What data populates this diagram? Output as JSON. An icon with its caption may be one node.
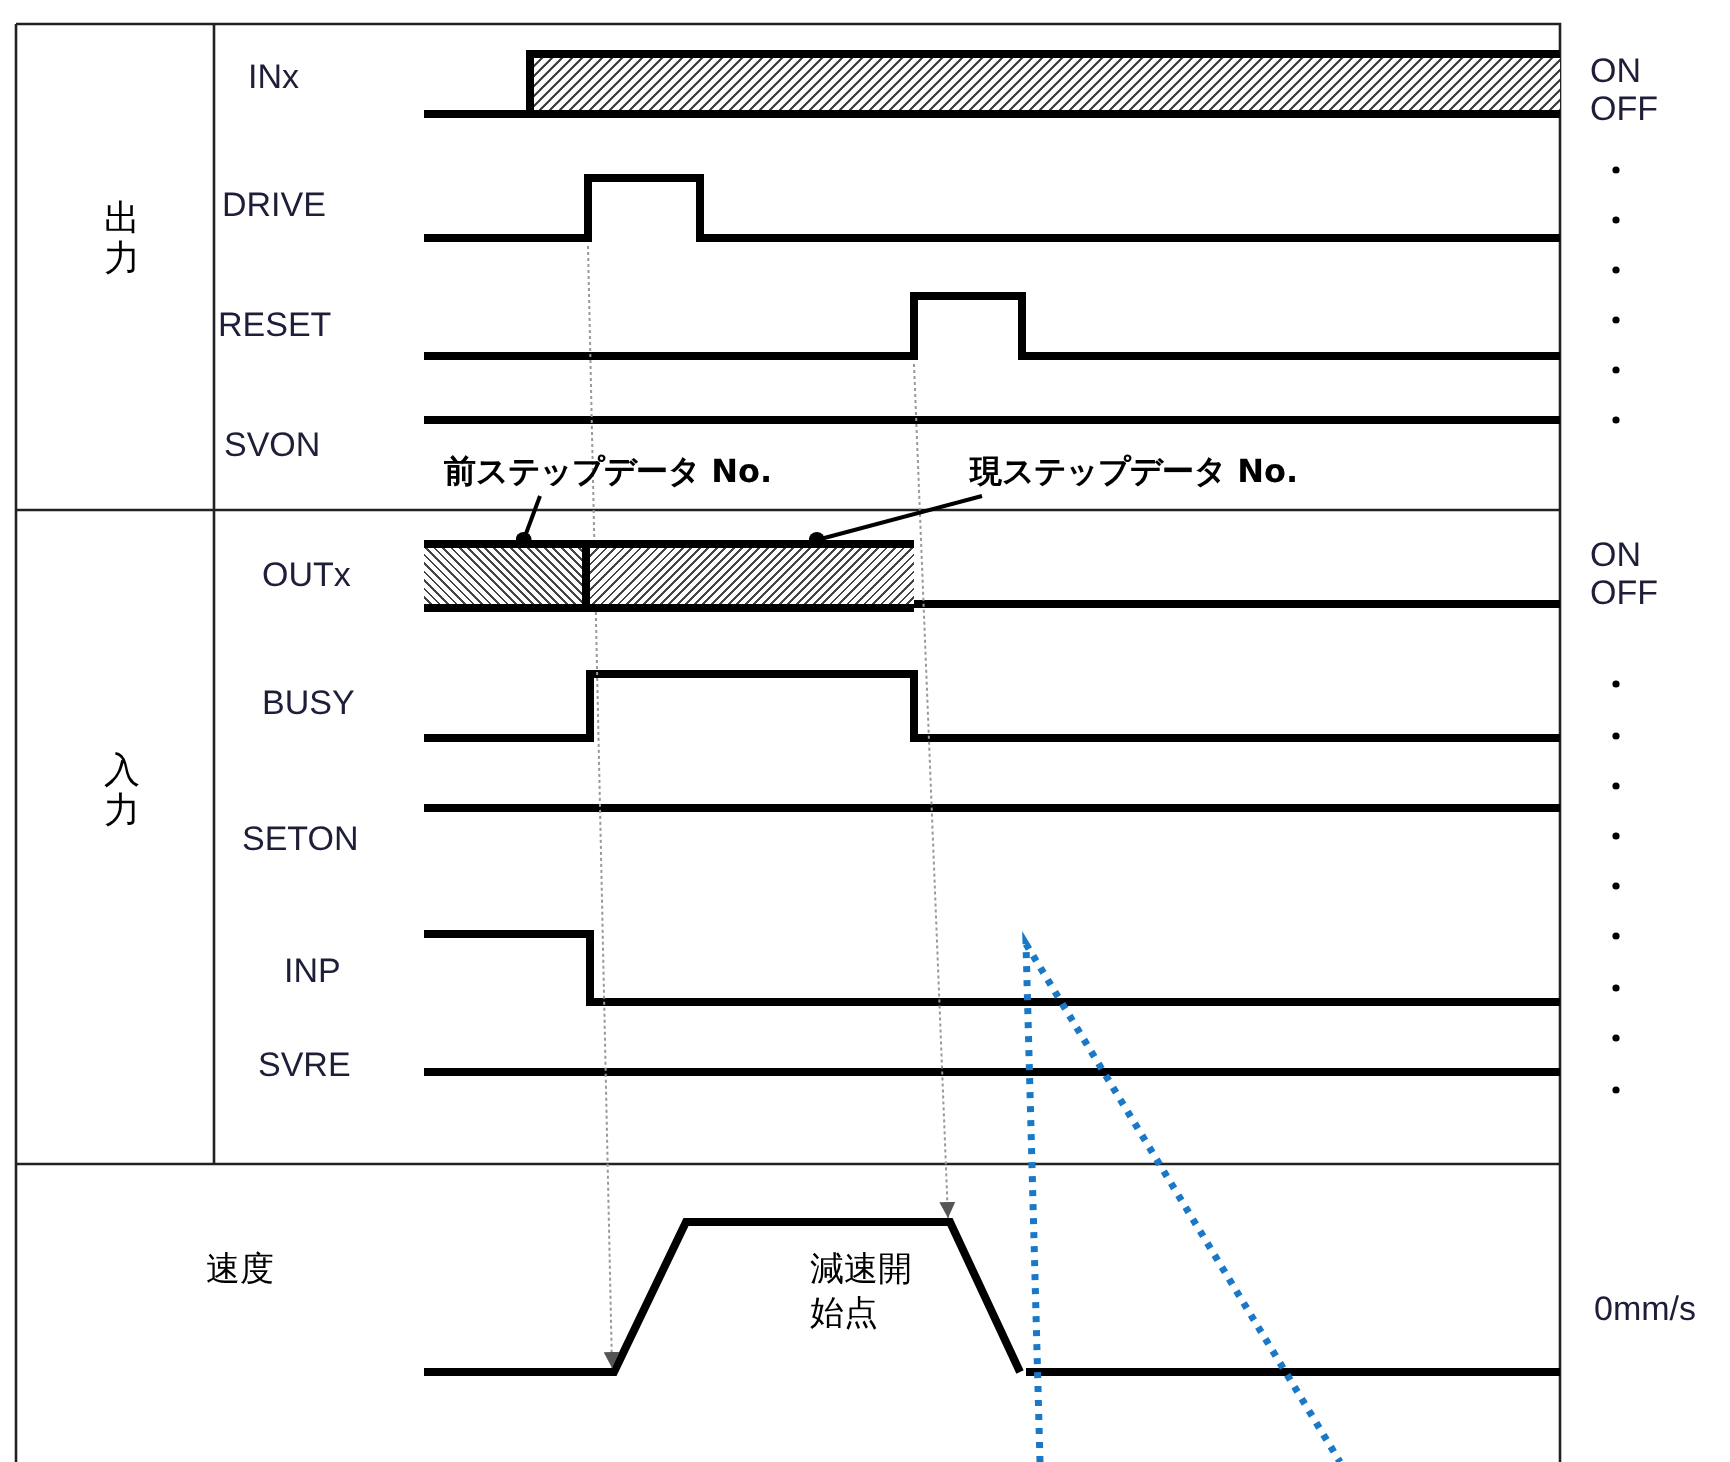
{
  "diagram": {
    "nodes": [
      {
        "text": [
          "前ステップデータ No."
        ]
      },
      {
        "text": [
          "現ステップデータ No."
        ]
      },
      {
        "text": [],
        "shape": "bar"
      },
      {
        "text": [],
        "shape": "bar"
      }
    ],
    "edges": [
      {
        "from": 0,
        "to": 2,
        "arrow": "other"
      },
      {
        "from": 1,
        "to": 3,
        "arrow": "other"
      }
    ],
    "labels": [
      "出力",
      "INx",
      "ON",
      "OFF",
      "DRIVE",
      "RESET",
      "SVON",
      "入力",
      "OUTx",
      "ON",
      "OFF",
      "BUSY",
      "SETON",
      "INP",
      "SVRE",
      "速度",
      "減速開始点",
      "0mm/s"
    ]
  }
}
